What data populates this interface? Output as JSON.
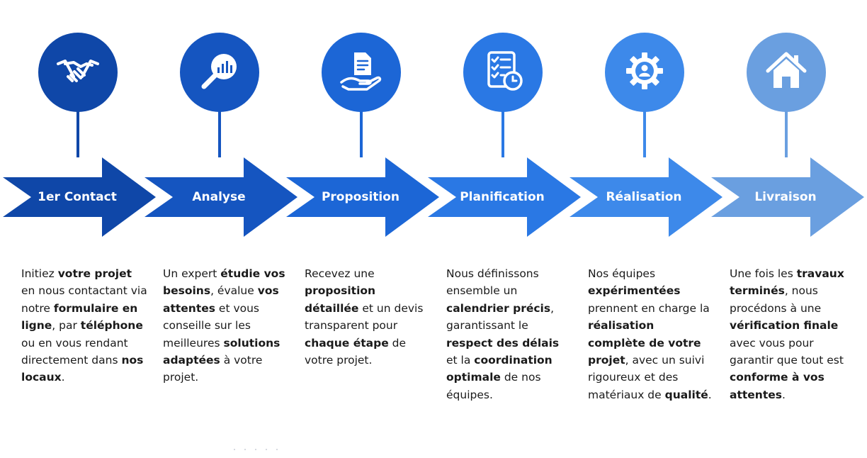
{
  "colors": [
    "#0f47a8",
    "#1555c0",
    "#1c66d6",
    "#2a78e4",
    "#3d89ea",
    "#6a9fe0"
  ],
  "steps": [
    {
      "title": "1er Contact",
      "icon": "handshake-icon",
      "desc": [
        {
          "t": "Initiez "
        },
        {
          "t": "votre projet",
          "b": true
        },
        {
          "t": " en nous contactant via notre "
        },
        {
          "t": "formulaire en ligne",
          "b": true
        },
        {
          "t": ", par "
        },
        {
          "t": "téléphone",
          "b": true
        },
        {
          "t": " ou en vous rendant directement dans "
        },
        {
          "t": "nos locaux",
          "b": true
        },
        {
          "t": "."
        }
      ]
    },
    {
      "title": "Analyse",
      "icon": "magnifier-chart-icon",
      "desc": [
        {
          "t": "Un expert "
        },
        {
          "t": "étudie vos besoins",
          "b": true
        },
        {
          "t": ", évalue "
        },
        {
          "t": "vos attentes",
          "b": true
        },
        {
          "t": " et vous conseille sur les meilleures "
        },
        {
          "t": "solutions adaptées",
          "b": true
        },
        {
          "t": " à votre projet."
        }
      ]
    },
    {
      "title": "Proposition",
      "icon": "document-hand-icon",
      "desc": [
        {
          "t": "Recevez une "
        },
        {
          "t": "proposition détaillée",
          "b": true
        },
        {
          "t": " et un devis transparent pour "
        },
        {
          "t": "chaque étape",
          "b": true
        },
        {
          "t": " de votre projet."
        }
      ]
    },
    {
      "title": "Planification",
      "icon": "checklist-clock-icon",
      "desc": [
        {
          "t": "Nous définissons ensemble un "
        },
        {
          "t": "calendrier précis",
          "b": true
        },
        {
          "t": ", garantissant le "
        },
        {
          "t": "respect des délais",
          "b": true
        },
        {
          "t": " et la "
        },
        {
          "t": "coordination optimale",
          "b": true
        },
        {
          "t": " de nos équipes."
        }
      ]
    },
    {
      "title": "Réalisation",
      "icon": "gear-user-icon",
      "desc": [
        {
          "t": "Nos équipes "
        },
        {
          "t": "expérimentées",
          "b": true
        },
        {
          "t": " prennent en charge la "
        },
        {
          "t": "réalisation complète de votre projet",
          "b": true
        },
        {
          "t": ", avec un suivi rigoureux et des matériaux de "
        },
        {
          "t": "qualité",
          "b": true
        },
        {
          "t": "."
        }
      ]
    },
    {
      "title": "Livraison",
      "icon": "house-icon",
      "desc": [
        {
          "t": "Une fois les "
        },
        {
          "t": "travaux terminés",
          "b": true
        },
        {
          "t": ", nous procédons à une "
        },
        {
          "t": "vérification finale",
          "b": true
        },
        {
          "t": " avec vous pour garantir que tout est "
        },
        {
          "t": "conforme à vos attentes",
          "b": true
        },
        {
          "t": "."
        }
      ]
    }
  ]
}
